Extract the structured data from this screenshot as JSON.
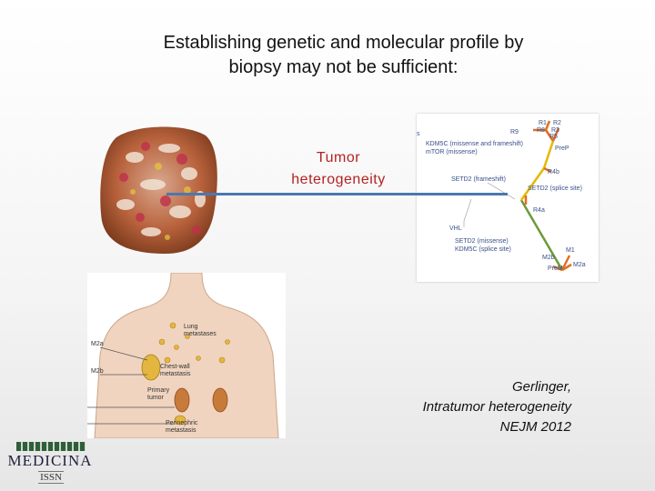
{
  "slide": {
    "title": "Establishing genetic and molecular profile by\nbiopsy may not be sufficient:",
    "heterogeneity_label": "Tumor\nheterogeneity",
    "citation": {
      "author": "Gerlinger,",
      "article": "Intratumor heterogeneity",
      "journal": "NEJM 2012"
    }
  },
  "tree": {
    "labels": {
      "r1": "R1",
      "r2": "R2",
      "r8": "R8",
      "r3": "R3",
      "r9": "R9",
      "r5": "R5",
      "s": "s",
      "kdm5c_1": "KDM5C (missense and frameshift)",
      "mtor": "mTOR (missense)",
      "prep": "PreP",
      "r4b": "R4b",
      "setd2_fs": "SETD2 (frameshift)",
      "setd2_ss": "SETD2 (splice site)",
      "r4a": "R4a",
      "vhl": "VHL",
      "setd2_ms": "SETD2 (missense)",
      "kdm5c_ss": "KDM5C (splice site)",
      "m1": "M1",
      "m2b": "M2b",
      "m2a": "M2a",
      "prem": "PreM"
    },
    "colors": {
      "trunk": "#6c9a3a",
      "branch_yellow": "#e6b800",
      "branch_orange": "#e07020",
      "text": "#3a4f8a"
    }
  },
  "body_diagram": {
    "labels": {
      "lung": "Lung\nmetastases",
      "m2a": "M2a",
      "chest": "Chest-wall\nmetastasis",
      "m2b": "M2b",
      "primary": "Primary\ntumor",
      "perinephric": "Perinephric\nmetastasis"
    }
  },
  "logo": {
    "name": "MEDICINA",
    "sub": "ISSN"
  }
}
